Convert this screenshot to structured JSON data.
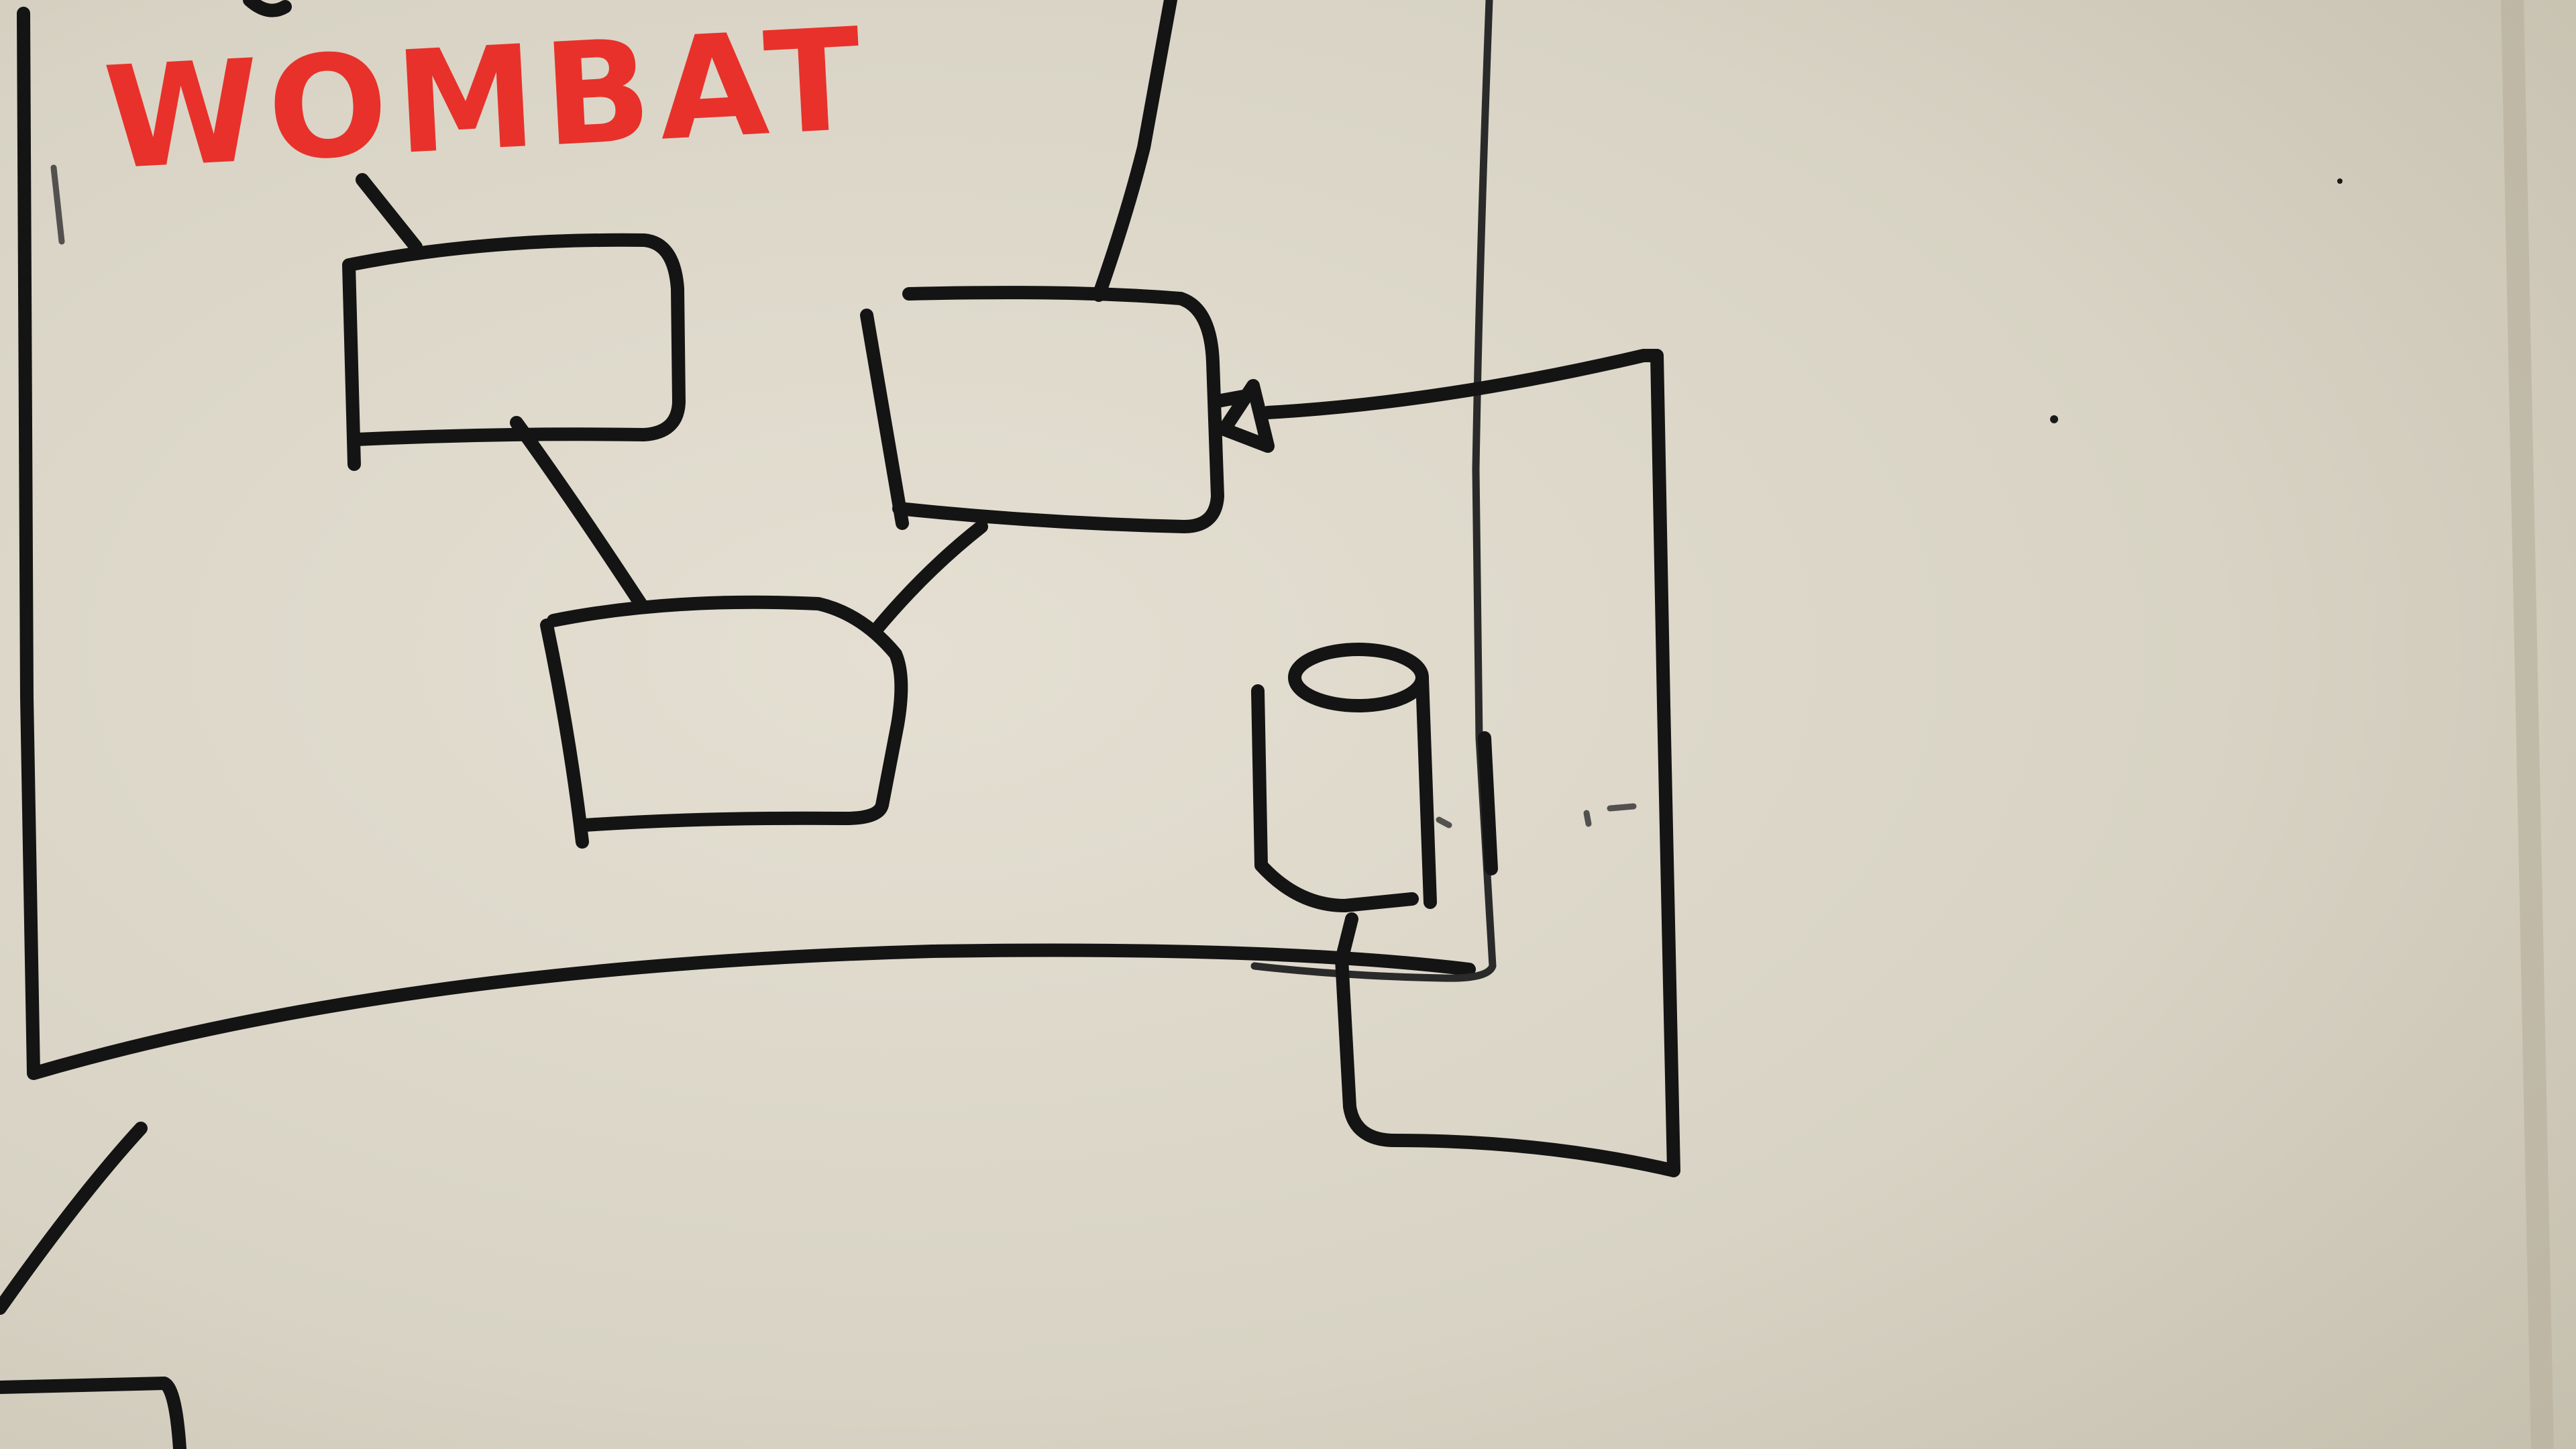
{
  "whiteboard": {
    "label": "WOMBAT",
    "colors": {
      "board": "#d9d4c6",
      "ink": "#141414",
      "label_ink": "#e8312b"
    },
    "nodes": [
      {
        "id": "box-top-left",
        "shape": "rectangle"
      },
      {
        "id": "box-top-center",
        "shape": "rectangle"
      },
      {
        "id": "box-bottom",
        "shape": "rectangle"
      },
      {
        "id": "cylinder",
        "shape": "cylinder"
      }
    ],
    "edges": [
      {
        "from": "label",
        "to": "box-top-left"
      },
      {
        "from": "box-top-left",
        "to": "box-bottom"
      },
      {
        "from": "box-top-center",
        "to": "box-bottom"
      },
      {
        "from": "box-top-center",
        "to": "off-board-top"
      },
      {
        "from": "outer-loop",
        "to": "box-top-center",
        "arrow": true
      },
      {
        "from": "cylinder",
        "to": "outer-loop"
      }
    ]
  }
}
